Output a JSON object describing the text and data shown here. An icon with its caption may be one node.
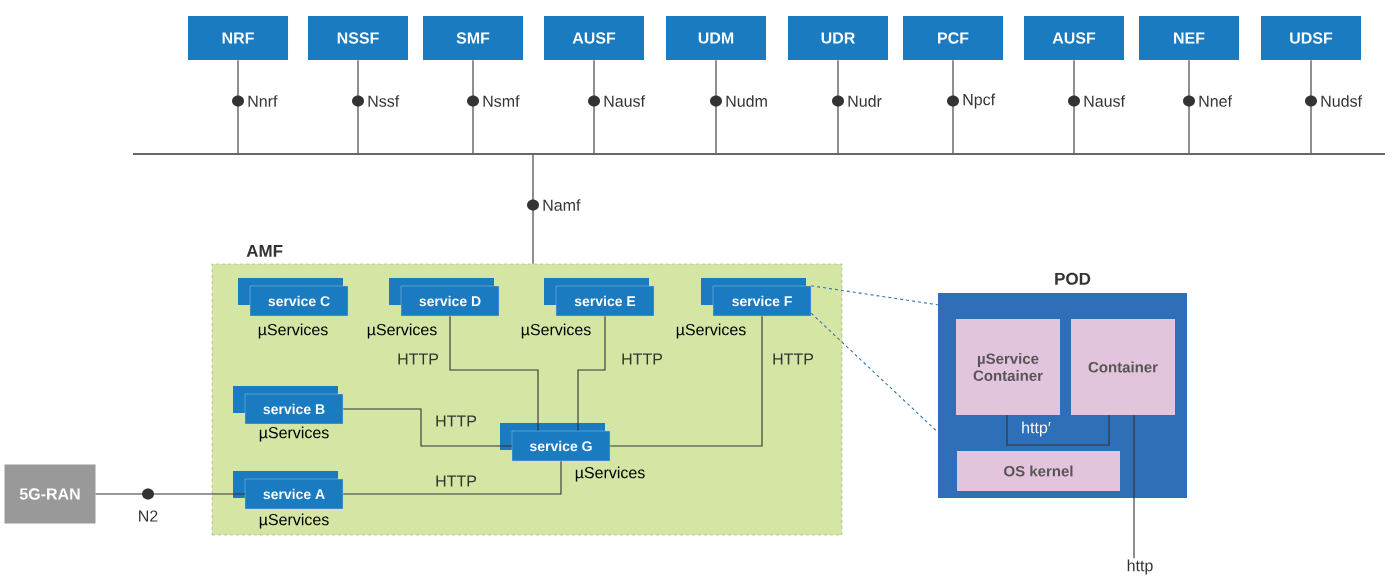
{
  "diagram": {
    "nodes": [
      {
        "text": [
          "NRF"
        ]
      },
      {
        "text": [
          "NSSF"
        ]
      },
      {
        "text": [
          "SMF"
        ]
      },
      {
        "text": [
          "AUSF"
        ]
      },
      {
        "text": [
          "UDM"
        ]
      },
      {
        "text": [
          "UDR"
        ]
      },
      {
        "text": [
          "PCF"
        ]
      },
      {
        "text": [
          "AUSF"
        ]
      },
      {
        "text": [
          "NEF"
        ]
      },
      {
        "text": [
          "UDSF"
        ]
      },
      {
        "text": [],
        "shape": "bar"
      },
      {
        "text": [
          "AMF"
        ]
      },
      {
        "text": [
          "service C"
        ],
        "in": 11,
        "beside": [
          "µServices"
        ]
      },
      {
        "text": [
          "service D"
        ],
        "in": 11,
        "beside": [
          "µServices"
        ]
      },
      {
        "text": [
          "service E"
        ],
        "in": 11,
        "beside": [
          "µServices"
        ]
      },
      {
        "text": [
          "service F"
        ],
        "in": 11,
        "beside": [
          "µServices"
        ]
      },
      {
        "text": [
          "service B"
        ],
        "in": 11,
        "beside": [
          "µServices"
        ]
      },
      {
        "text": [
          "service G"
        ],
        "in": 11,
        "beside": [
          "µServices"
        ]
      },
      {
        "text": [
          "service A"
        ],
        "in": 11,
        "beside": [
          "µServices"
        ]
      },
      {
        "text": [
          "5G-RAN"
        ]
      },
      {
        "text": [
          "POD"
        ]
      },
      {
        "text": [
          "µService Container"
        ],
        "in": 20
      },
      {
        "text": [
          "Container"
        ],
        "in": 20
      },
      {
        "text": [
          "OS kernel"
        ],
        "in": 20
      },
      {
        "text": [
          "http"
        ]
      }
    ],
    "edges": [
      {
        "from": 0,
        "to": 10,
        "arrow": "none",
        "label": "Nnrf"
      },
      {
        "from": 1,
        "to": 10,
        "arrow": "none",
        "label": "Nssf"
      },
      {
        "from": 2,
        "to": 10,
        "arrow": "none",
        "label": "Nsmf"
      },
      {
        "from": 3,
        "to": 10,
        "arrow": "none",
        "label": "Nausf"
      },
      {
        "from": 4,
        "to": 10,
        "arrow": "none",
        "label": "Nudm"
      },
      {
        "from": 5,
        "to": 10,
        "arrow": "none",
        "label": "Nudr"
      },
      {
        "from": 6,
        "to": 10,
        "arrow": "none",
        "label": "Npcf"
      },
      {
        "from": 7,
        "to": 10,
        "arrow": "none",
        "label": "Nausf"
      },
      {
        "from": 8,
        "to": 10,
        "arrow": "none",
        "label": "Nnef"
      },
      {
        "from": 9,
        "to": 10,
        "arrow": "none",
        "label": "Nudsf"
      },
      {
        "from": 10,
        "to": 11,
        "arrow": "none",
        "label": "Namf"
      },
      {
        "from": 13,
        "to": 17,
        "arrow": "none",
        "label": "HTTP"
      },
      {
        "from": 14,
        "to": 17,
        "arrow": "none",
        "label": "HTTP"
      },
      {
        "from": 15,
        "to": 17,
        "arrow": "none",
        "label": "HTTP"
      },
      {
        "from": 16,
        "to": 17,
        "arrow": "none",
        "label": "HTTP"
      },
      {
        "from": 18,
        "to": 17,
        "arrow": "none",
        "label": "HTTP"
      },
      {
        "from": 19,
        "to": 18,
        "arrow": "none",
        "label": "N2"
      },
      {
        "from": 15,
        "to": 20,
        "arrow": "none",
        "style": "dashed",
        "color": "#2e75b6"
      },
      {
        "from": 15,
        "to": 20,
        "arrow": "none",
        "style": "dashed",
        "color": "#2e75b6"
      },
      {
        "from": 21,
        "to": 22,
        "arrow": "none",
        "label": "http′"
      },
      {
        "from": 22,
        "to": 24,
        "arrow": "none"
      }
    ]
  }
}
